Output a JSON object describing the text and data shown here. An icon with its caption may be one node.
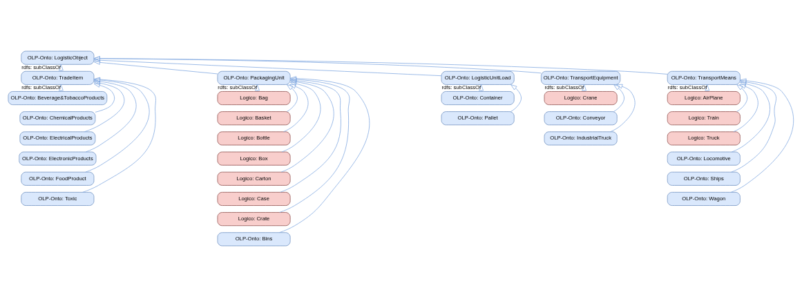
{
  "diagram": {
    "nodes": [
      {
        "text": [
          "OLP-Onto: LogisticObject"
        ]
      },
      {
        "text": [
          "OLP-Onto: TradeItem"
        ]
      },
      {
        "text": [
          "OLP-Onto: PackagingUnit"
        ]
      },
      {
        "text": [
          "OLP-Onto: LogisticUnitLoad"
        ]
      },
      {
        "text": [
          "OLP-Onto: TransportEquipment"
        ]
      },
      {
        "text": [
          "OLP-Onto: TransportMeans"
        ]
      },
      {
        "text": [
          "OLP-Onto: Beverage&TobaccoProducts"
        ]
      },
      {
        "text": [
          "OLP-Onto: ChemicalProducts"
        ]
      },
      {
        "text": [
          "OLP-Onto: ElectricalProducts"
        ]
      },
      {
        "text": [
          "OLP-Onto: ElectronicProducts"
        ]
      },
      {
        "text": [
          "OLP-Onto: FoodProduct"
        ]
      },
      {
        "text": [
          "OLP-Onto: Toxic"
        ]
      },
      {
        "text": [
          "Logico: Bag"
        ]
      },
      {
        "text": [
          "Logico: Basket"
        ]
      },
      {
        "text": [
          "Logico: Bottle"
        ]
      },
      {
        "text": [
          "Logico: Box"
        ]
      },
      {
        "text": [
          "Logico: Carton"
        ]
      },
      {
        "text": [
          "Logico: Case"
        ]
      },
      {
        "text": [
          "Logico: Crate"
        ]
      },
      {
        "text": [
          "OLP-Onto: Bins"
        ]
      },
      {
        "text": [
          "OLP-Onto: Container"
        ]
      },
      {
        "text": [
          "OLP-Onto: Pallet"
        ]
      },
      {
        "text": [
          "Logico: Crane"
        ]
      },
      {
        "text": [
          "OLP-Onto: Conveyor"
        ]
      },
      {
        "text": [
          "OLP-Onto: IndustrialTruck"
        ]
      },
      {
        "text": [
          "Logico: AirPlane"
        ]
      },
      {
        "text": [
          "Logico: Train"
        ]
      },
      {
        "text": [
          "Logico: Truck"
        ]
      },
      {
        "text": [
          "OLP-Onto: Locomotive"
        ]
      },
      {
        "text": [
          "OLP-Onto: Ships"
        ]
      },
      {
        "text": [
          "OLP-Onto: Wagon"
        ]
      }
    ],
    "edges": [
      {
        "from": 1,
        "to": 0,
        "arrow": "to",
        "label": "rdfs: subClassOf"
      },
      {
        "from": 2,
        "to": 0,
        "arrow": "to"
      },
      {
        "from": 3,
        "to": 0,
        "arrow": "to"
      },
      {
        "from": 4,
        "to": 0,
        "arrow": "to"
      },
      {
        "from": 5,
        "to": 0,
        "arrow": "to"
      },
      {
        "from": 6,
        "to": 1,
        "arrow": "to",
        "label": "rdfs: subClassOf"
      },
      {
        "from": 7,
        "to": 1,
        "arrow": "to"
      },
      {
        "from": 8,
        "to": 1,
        "arrow": "to"
      },
      {
        "from": 9,
        "to": 1,
        "arrow": "to"
      },
      {
        "from": 10,
        "to": 1,
        "arrow": "to"
      },
      {
        "from": 11,
        "to": 1,
        "arrow": "to"
      },
      {
        "from": 12,
        "to": 2,
        "arrow": "to",
        "label": "rdfs: subClassOf"
      },
      {
        "from": 13,
        "to": 2,
        "arrow": "to"
      },
      {
        "from": 14,
        "to": 2,
        "arrow": "to"
      },
      {
        "from": 15,
        "to": 2,
        "arrow": "to"
      },
      {
        "from": 16,
        "to": 2,
        "arrow": "to"
      },
      {
        "from": 17,
        "to": 2,
        "arrow": "to"
      },
      {
        "from": 18,
        "to": 2,
        "arrow": "to"
      },
      {
        "from": 19,
        "to": 2,
        "arrow": "to"
      },
      {
        "from": 20,
        "to": 3,
        "arrow": "to",
        "label": "rdfs: subClassOf"
      },
      {
        "from": 21,
        "to": 3,
        "arrow": "to"
      },
      {
        "from": 22,
        "to": 4,
        "arrow": "to",
        "label": "rdfs: subClassOf"
      },
      {
        "from": 23,
        "to": 4,
        "arrow": "to"
      },
      {
        "from": 24,
        "to": 4,
        "arrow": "to"
      },
      {
        "from": 25,
        "to": 5,
        "arrow": "to",
        "label": "rdfs: subClassOf"
      },
      {
        "from": 26,
        "to": 5,
        "arrow": "to"
      },
      {
        "from": 27,
        "to": 5,
        "arrow": "to"
      },
      {
        "from": 28,
        "to": 5,
        "arrow": "to"
      },
      {
        "from": 29,
        "to": 5,
        "arrow": "to"
      },
      {
        "from": 30,
        "to": 5,
        "arrow": "to"
      }
    ]
  }
}
